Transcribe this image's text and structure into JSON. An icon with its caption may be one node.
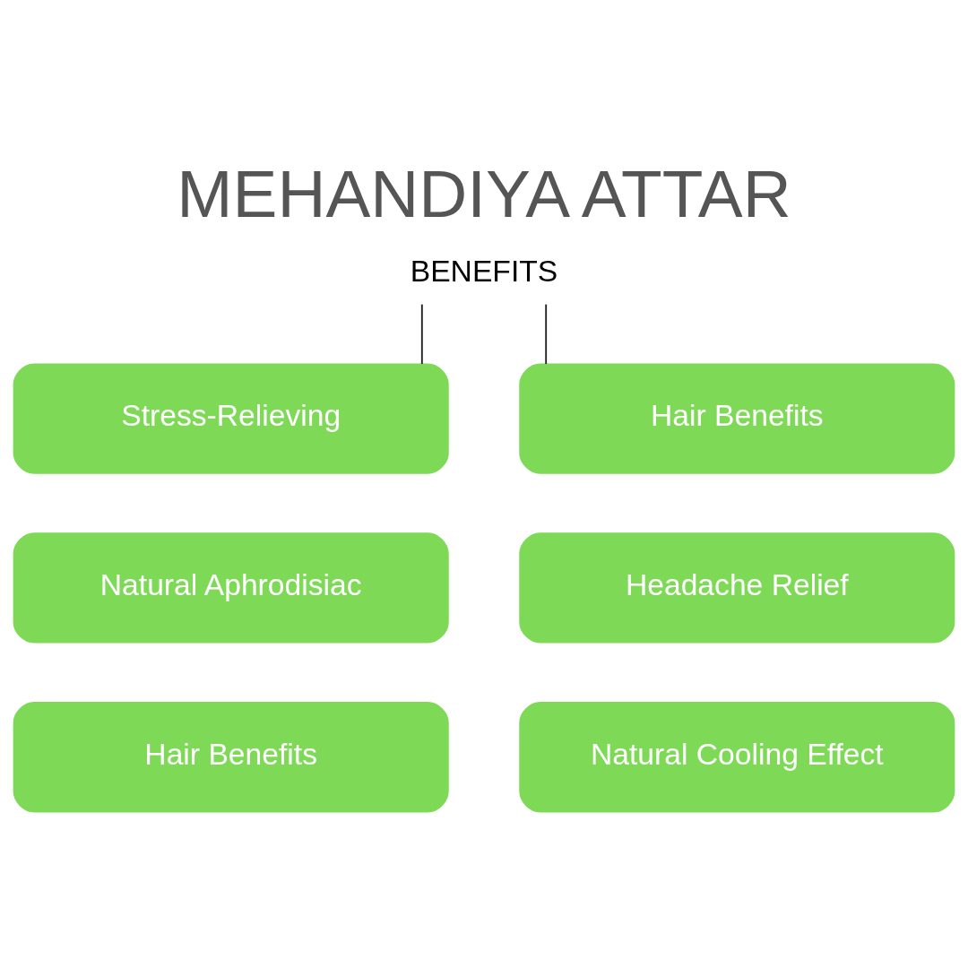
{
  "diagram": {
    "title": "MEHANDIYA ATTAR",
    "nodes": [
      {
        "text": [
          "BENEFITS"
        ]
      },
      {
        "text": [
          "Stress-Relieving"
        ]
      },
      {
        "text": [
          "Hair Benefits"
        ]
      },
      {
        "text": [
          "Natural Aphrodisiac"
        ]
      },
      {
        "text": [
          "Headache Relief"
        ]
      },
      {
        "text": [
          "Hair Benefits"
        ]
      },
      {
        "text": [
          "Natural Cooling Effect"
        ]
      }
    ],
    "edges": [
      {
        "from": 0,
        "to": 1,
        "arrow": "none"
      },
      {
        "from": 0,
        "to": 2,
        "arrow": "none"
      }
    ]
  }
}
